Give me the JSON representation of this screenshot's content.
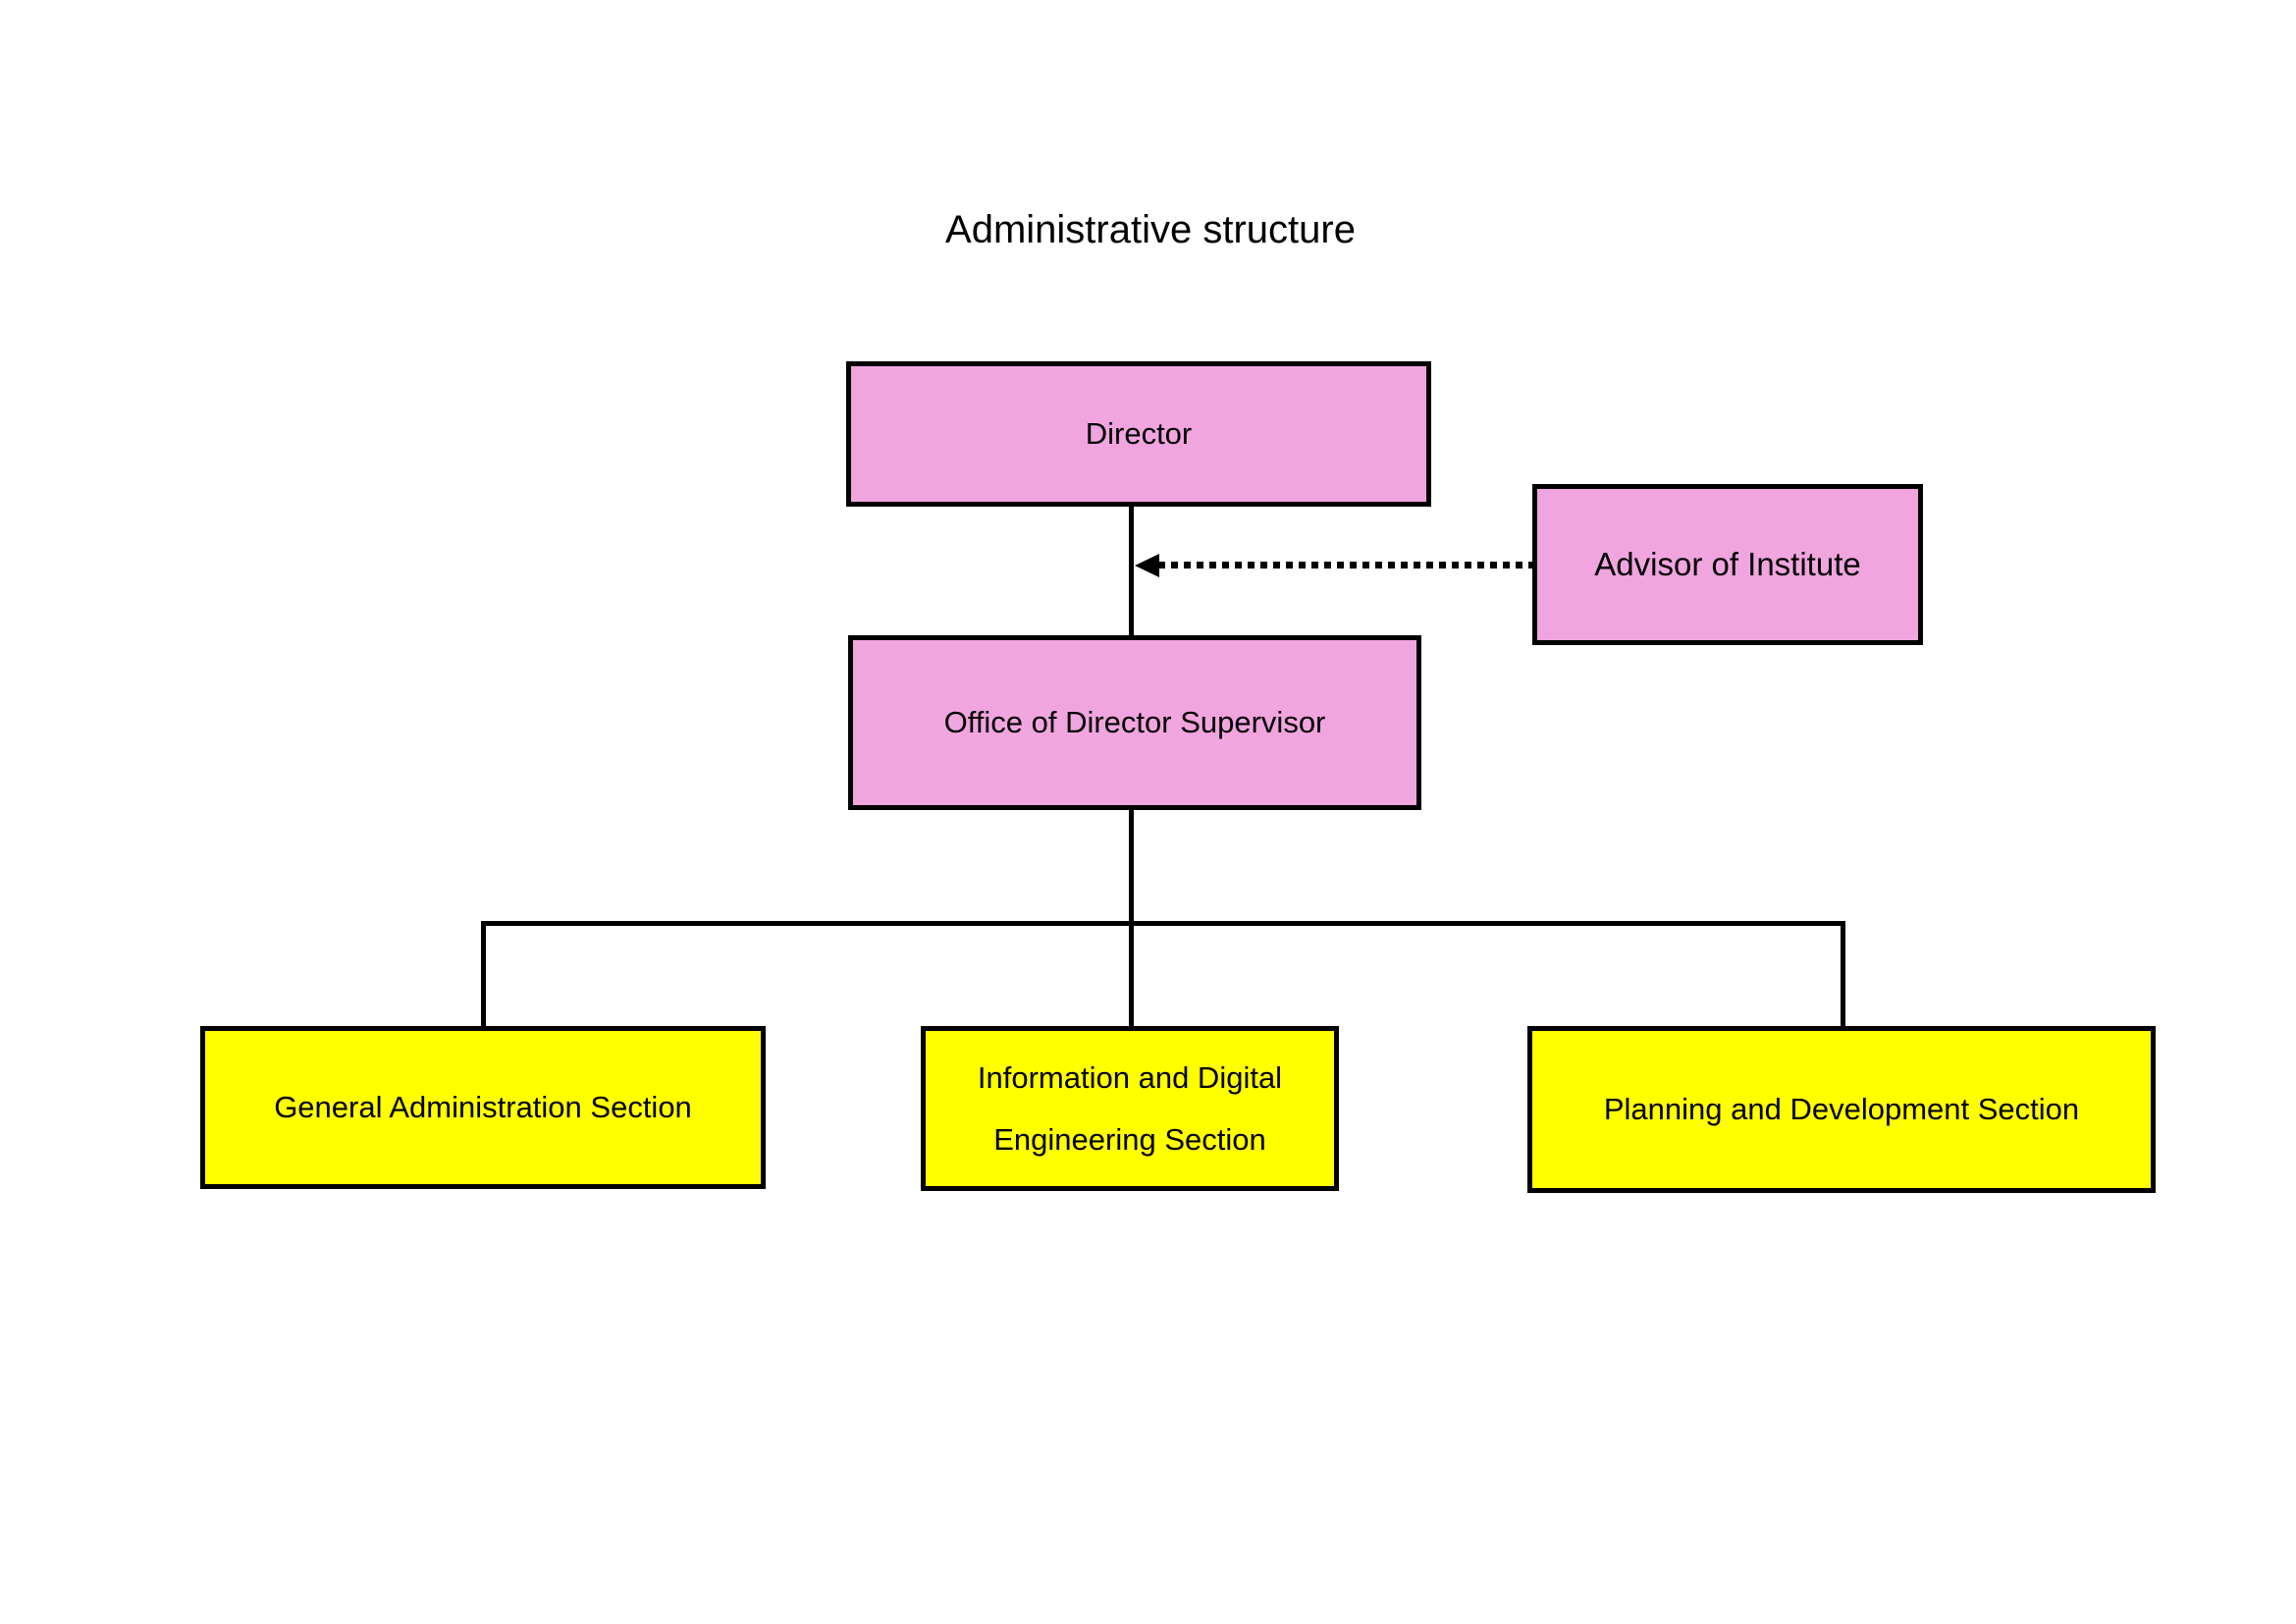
{
  "title": "Administrative structure",
  "colors": {
    "management_fill": "#F0A5DF",
    "section_fill": "#FFFF00",
    "line_and_border": "#000000",
    "background": "#FFFFFF",
    "text": "#000000"
  },
  "nodes": {
    "director": {
      "label": "Director",
      "fill": "#F0A5DF"
    },
    "advisor": {
      "label": "Advisor of Institute",
      "fill": "#F0A5DF"
    },
    "supervisor": {
      "label": "Office of Director Supervisor",
      "fill": "#F0A5DF"
    },
    "general": {
      "label": "General Administration Section",
      "fill": "#FFFF00"
    },
    "infodigital": {
      "label": "Information and Digital Engineering Section",
      "lines": [
        "Information and Digital",
        "Engineering Section"
      ],
      "fill": "#FFFF00"
    },
    "planning": {
      "label": "Planning and Development Section",
      "fill": "#FFFF00"
    }
  },
  "edges": [
    {
      "from": "director",
      "to": "supervisor",
      "style": "solid"
    },
    {
      "from": "advisor",
      "to": "director-supervisor-line",
      "style": "dotted-arrow"
    },
    {
      "from": "supervisor",
      "to": "general",
      "style": "solid-elbow"
    },
    {
      "from": "supervisor",
      "to": "infodigital",
      "style": "solid"
    },
    {
      "from": "supervisor",
      "to": "planning",
      "style": "solid-elbow"
    }
  ]
}
